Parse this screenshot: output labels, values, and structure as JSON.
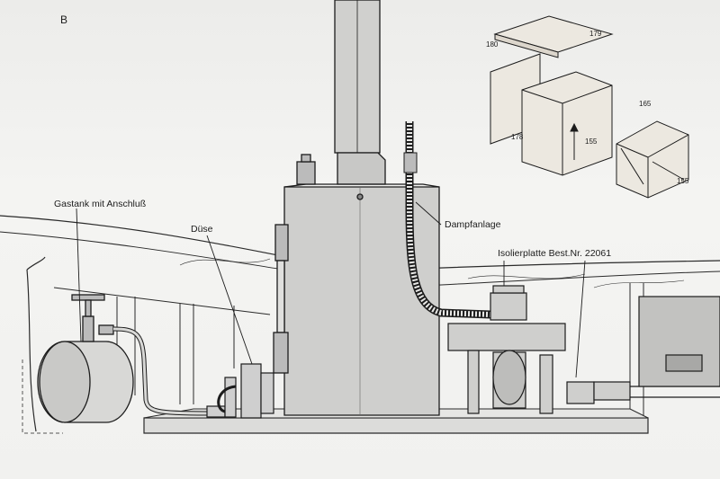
{
  "sheet": {
    "panel_letter": "B"
  },
  "labels": {
    "gas_tank": "Gastank mit Anschluß",
    "nozzle": "Düse",
    "steam_plant": "Dampfanlage",
    "insulating_plate": "Isolierplatte Best.Nr. 22061"
  },
  "part_numbers": {
    "p180": "180",
    "p179": "179",
    "p178": "178",
    "p155_arrow": "155",
    "p165": "165",
    "p155_box": "155"
  },
  "colors": {
    "ink": "#1c1c1c",
    "paper": "#f3f3f1",
    "metal": "#cfcfcf",
    "wood": "#e4e0d8"
  }
}
